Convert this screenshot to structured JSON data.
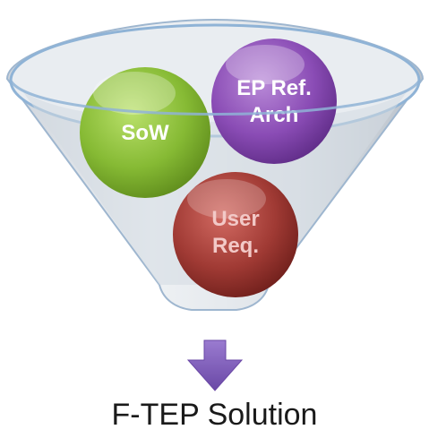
{
  "inputs": [
    {
      "label_lines": [
        "SoW"
      ]
    },
    {
      "label_lines": [
        "EP Ref.",
        "Arch"
      ]
    },
    {
      "label_lines": [
        "User",
        "Req."
      ]
    }
  ],
  "result": {
    "label": "F-TEP Solution"
  },
  "colors": {
    "funnel_fill": "#dfe3e8",
    "funnel_rim": "#8fb3d6",
    "sow_ball": "#8bbf3a",
    "ep_ball": "#8e4fb8",
    "user_ball": "#a03a34",
    "arrow": "#7b5ab4",
    "sow_text": "#ffffff",
    "ep_text": "#ffffff",
    "user_text": "#f2c9c7"
  }
}
